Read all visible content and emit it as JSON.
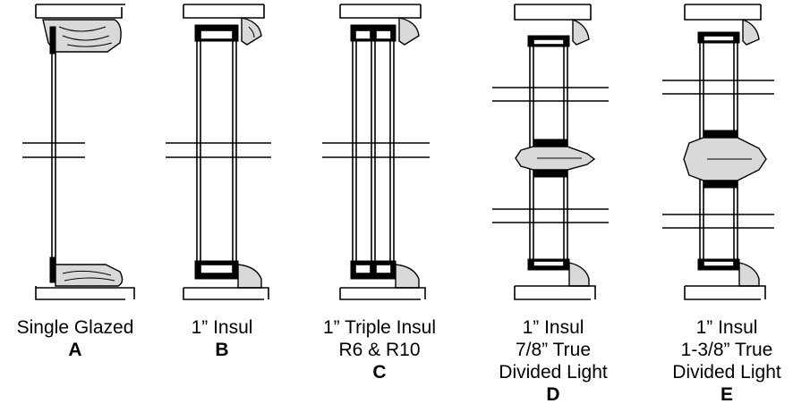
{
  "figures": [
    {
      "id": "A",
      "lines": [
        "Single Glazed"
      ],
      "letter": "A"
    },
    {
      "id": "B",
      "lines": [
        "1” Insul"
      ],
      "letter": "B"
    },
    {
      "id": "C",
      "lines": [
        "1” Triple Insul",
        "R6 & R10"
      ],
      "letter": "C"
    },
    {
      "id": "D",
      "lines": [
        "1” Insul",
        "7/8” True",
        "Divided Light"
      ],
      "letter": "D"
    },
    {
      "id": "E",
      "lines": [
        "1” Insul",
        "1-3/8” True",
        "Divided Light"
      ],
      "letter": "E"
    }
  ]
}
